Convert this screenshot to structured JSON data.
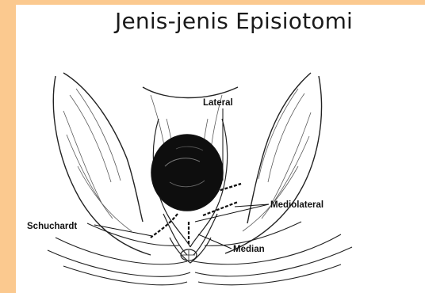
{
  "slide": {
    "title": "Jenis-jenis Episiotomi",
    "colors": {
      "border": "#fbc98f",
      "panel": "#ffffff",
      "ink": "#111111"
    }
  },
  "diagram": {
    "labels": {
      "lateral": "Lateral",
      "mediolateral": "Mediolateral",
      "schuchardt": "Schuchardt",
      "median": "Median"
    }
  }
}
